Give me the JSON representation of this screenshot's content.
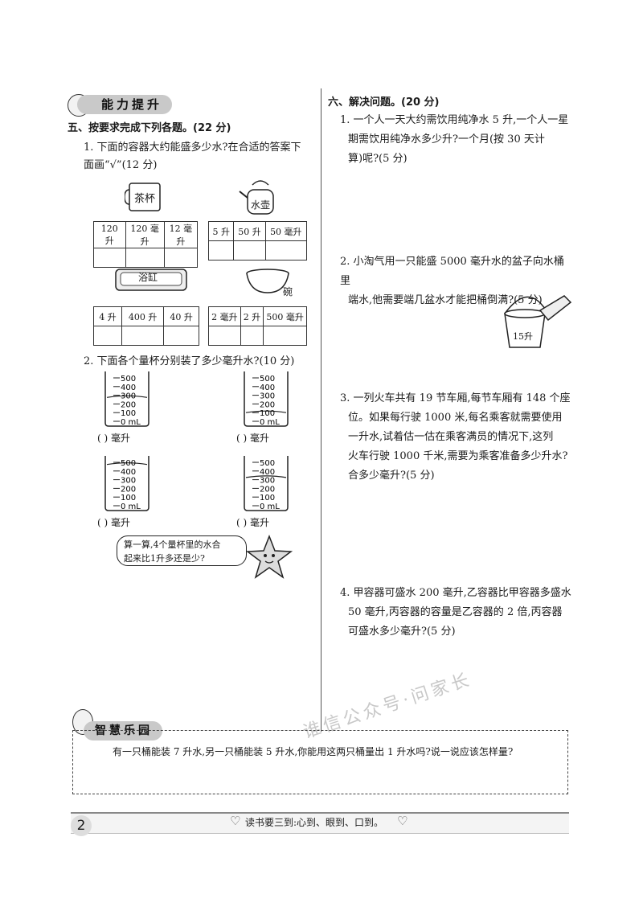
{
  "section_banner": "能力提升",
  "section5": {
    "title": "五、按要求完成下列各题。(22 分)",
    "q1_line1": "1. 下面的容器大约能盛多少水?在合适的答案下",
    "q1_line2": "面画“√”(12 分)",
    "cup_label": "茶杯",
    "kettle_label": "水壶",
    "tub_label": "浴缸",
    "bowl_label": "碗",
    "table_cup": [
      "120 升",
      "120 毫升",
      "12 毫升"
    ],
    "table_kettle": [
      "5 升",
      "50 升",
      "50 毫升"
    ],
    "table_tub": [
      "4 升",
      "400 升",
      "40 升"
    ],
    "table_bowl": [
      "2 毫升",
      "2 升",
      "500 毫升"
    ],
    "q2": "2. 下面各个量杯分别装了多少毫升水?(10 分)",
    "beaker_scale": [
      "500",
      "400",
      "300",
      "200",
      "100",
      "0 mL"
    ],
    "unit": "毫升",
    "bracket": "(      )",
    "note_line1": "算一算,4个量杯里的水合",
    "note_line2": "起来比1升多还是少?"
  },
  "section6": {
    "title": "六、解决问题。(20 分)",
    "p1": [
      "1. 一个人一天大约需饮用纯净水 5 升,一个人一星",
      "期需饮用纯净水多少升?一个月(按 30 天计",
      "算)呢?(5 分)"
    ],
    "p2": [
      "2. 小淘气用一只能盛 5000 毫升水的盆子向水桶里",
      "端水,他需要端几盆水才能把桶倒满?(5 分)"
    ],
    "bucket_label": "15升",
    "p3": [
      "3. 一列火车共有 19 节车厢,每节车厢有 148 个座",
      "位。如果每行驶 1000 米,每名乘客就需要使用",
      "一升水,试着估一估在乘客满员的情况下,这列",
      "火车行驶 1000 千米,需要为乘客准备多少升水?",
      "合多少毫升?(5 分)"
    ],
    "p4": [
      "4. 甲容器可盛水 200 毫升,乙容器比甲容器多盛水",
      "50 毫升,丙容器的容量是乙容器的 2 倍,丙容器",
      "可盛水多少毫升?(5 分)"
    ]
  },
  "zhihui": {
    "banner": "智慧乐园",
    "text": "有一只桶能装 7 升水,另一只桶能装 5 升水,你能用这两只桶量出 1 升水吗?说一说应该怎样量?"
  },
  "watermark": "谁信公众号·问家长",
  "footer": {
    "page_number": "2",
    "motto": "读书要三到:心到、眼到、口到。"
  }
}
